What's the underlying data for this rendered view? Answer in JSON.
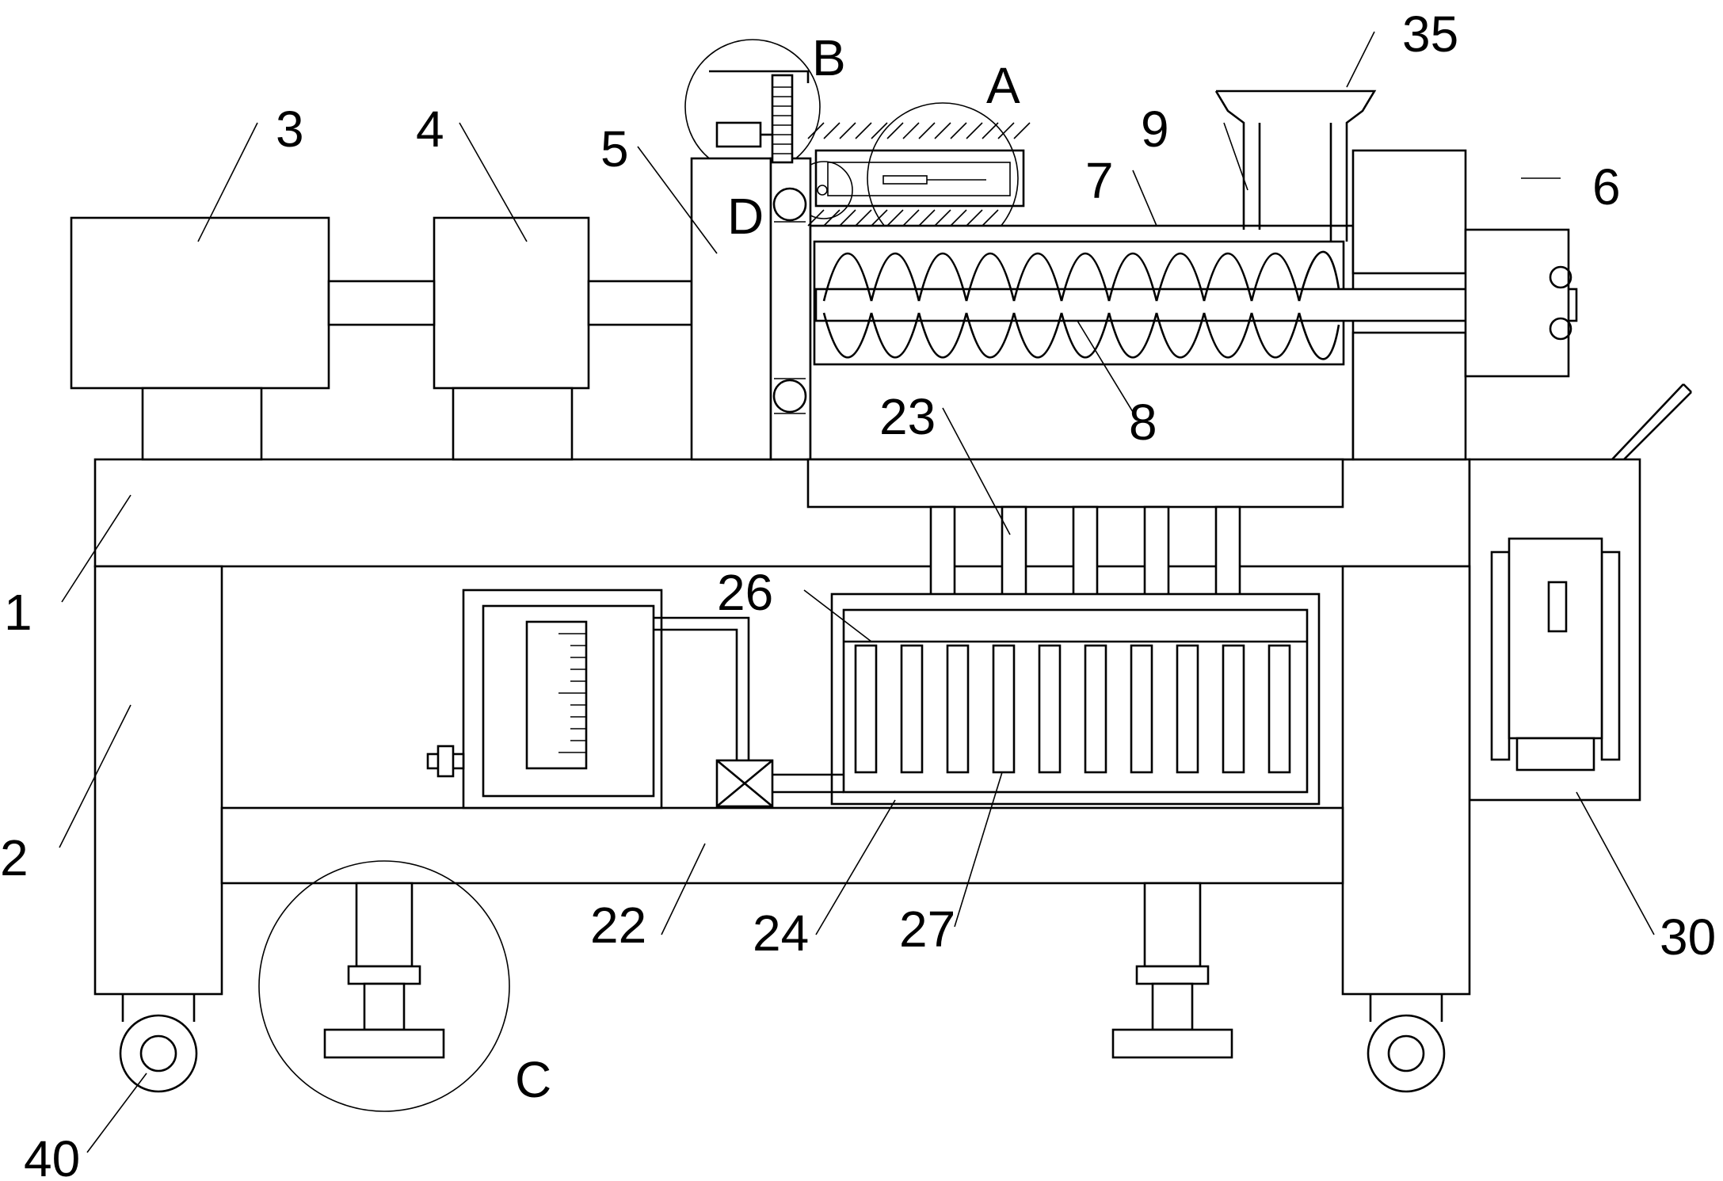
{
  "labels": {
    "n1": "1",
    "n2": "2",
    "n3": "3",
    "n4": "4",
    "n5": "5",
    "n6": "6",
    "n7": "7",
    "n8": "8",
    "n9": "9",
    "n22": "22",
    "n23": "23",
    "n24": "24",
    "n26": "26",
    "n27": "27",
    "n30": "30",
    "n35": "35",
    "n40": "40",
    "A": "A",
    "B": "B",
    "C": "C",
    "D": "D"
  }
}
